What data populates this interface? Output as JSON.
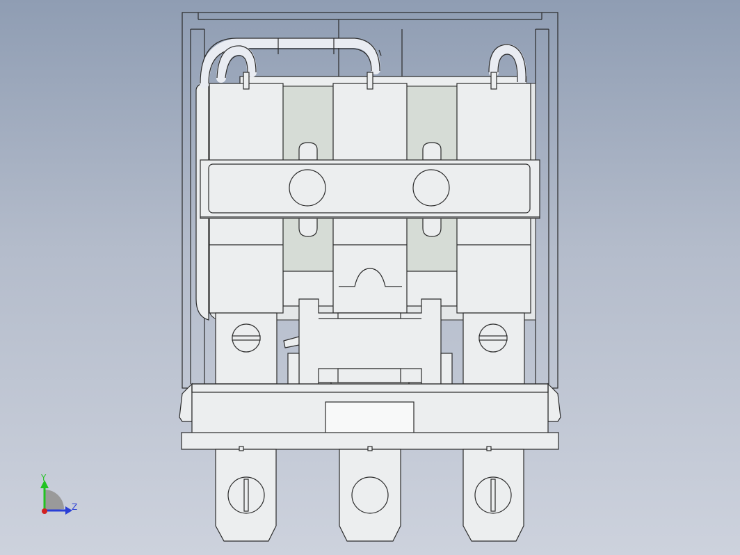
{
  "viewport": {
    "background_top": "#8f9db3",
    "background_bottom": "#cdd2dd",
    "model": "relay-assembly-front-view"
  },
  "triad": {
    "y_label": "Y",
    "z_label": "Z",
    "y_color": "#22c322",
    "z_color": "#2a3fd6",
    "origin_color": "#d22020"
  }
}
